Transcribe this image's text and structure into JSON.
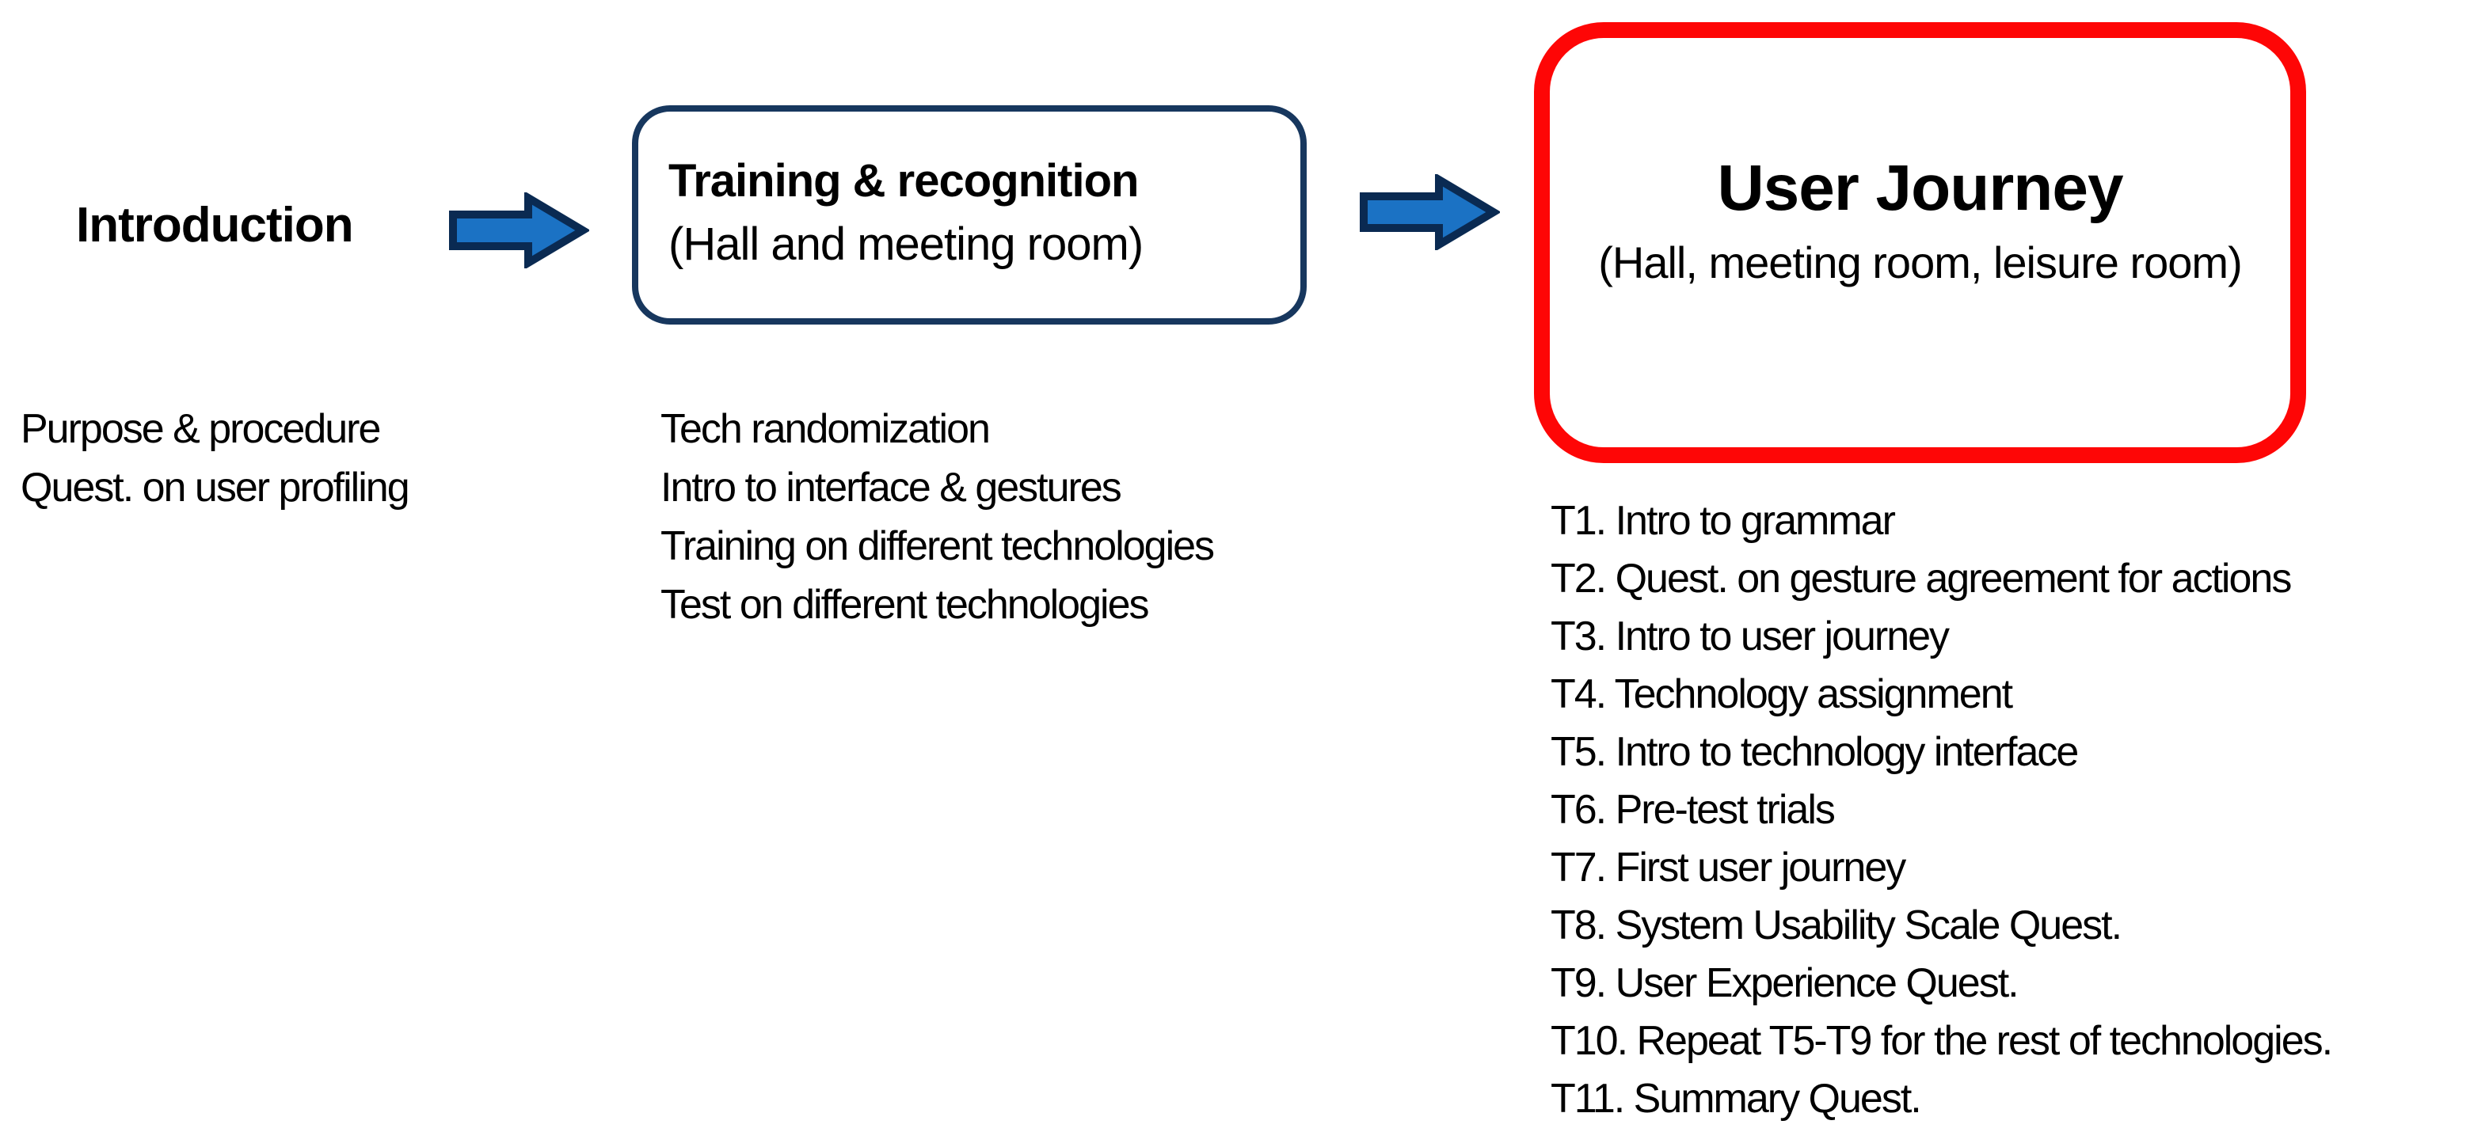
{
  "flow": {
    "intro": {
      "title": "Introduction",
      "items": [
        "Purpose & procedure",
        "Quest. on user profiling"
      ]
    },
    "training": {
      "title": "Training & recognition",
      "subtitle": "(Hall and meeting room)",
      "items": [
        "Tech randomization",
        "Intro to interface & gestures",
        "Training on different technologies",
        "Test on different technologies"
      ]
    },
    "journey": {
      "title": "User Journey",
      "subtitle": "(Hall, meeting room, leisure room)",
      "items": [
        "T1. Intro to grammar",
        "T2. Quest. on gesture agreement for actions",
        "T3. Intro to user journey",
        "T4. Technology assignment",
        "T5. Intro to technology interface",
        "T6. Pre-test trials",
        "T7. First user journey",
        "T8. System Usability Scale Quest.",
        "T9. User Experience Quest.",
        "T10. Repeat T5-T9 for the rest of technologies.",
        "T11. Summary Quest."
      ]
    },
    "colors": {
      "background": "#ffffff",
      "text": "#000000",
      "box_border_navy": "#17375e",
      "highlight_border_red": "#fe0606",
      "arrow_fill": "#1b72c4",
      "arrow_stroke": "#0a2a52"
    }
  }
}
